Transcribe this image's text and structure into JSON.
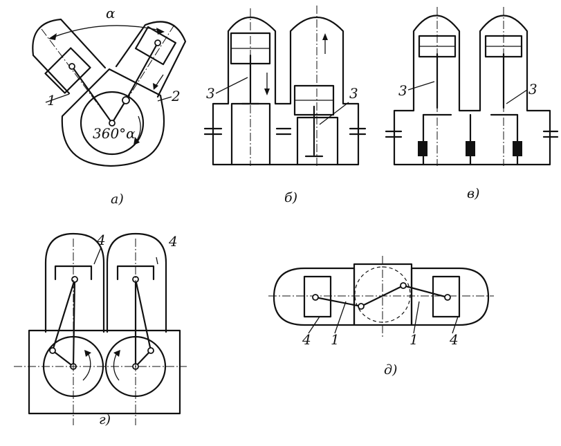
{
  "panels": [
    {
      "caption": "а)",
      "labels": [
        "1",
        "2"
      ],
      "angle_label": "α",
      "rotation_label": "360°α"
    },
    {
      "caption": "б)",
      "labels": [
        "3",
        "3"
      ]
    },
    {
      "caption": "в)",
      "labels": [
        "3",
        "3"
      ]
    },
    {
      "caption": "г)",
      "labels": [
        "4",
        "4"
      ]
    },
    {
      "caption": "д)",
      "labels": [
        "4",
        "1",
        "1",
        "4"
      ]
    }
  ]
}
